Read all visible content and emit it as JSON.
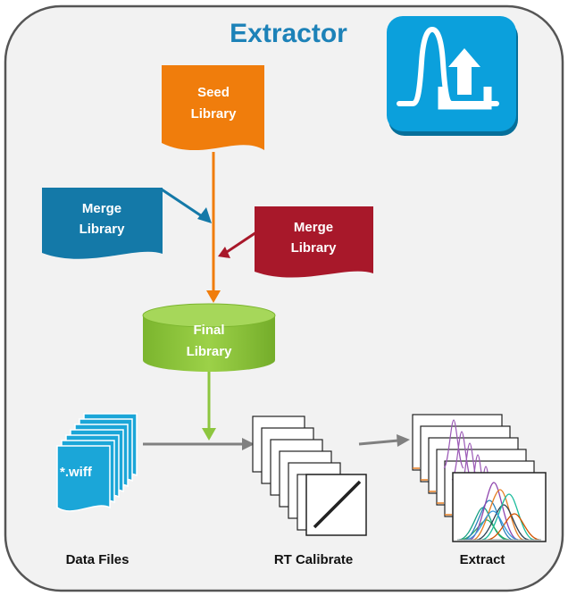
{
  "title": "Extractor",
  "icon": "extractor-upload-icon",
  "nodes": {
    "seed": {
      "line1": "Seed",
      "line2": "Library"
    },
    "merge_left": {
      "line1": "Merge",
      "line2": "Library"
    },
    "merge_right": {
      "line1": "Merge",
      "line2": "Library"
    },
    "final": {
      "line1": "Final",
      "line2": "Library"
    },
    "wiff": {
      "label": "*.wiff"
    }
  },
  "captions": {
    "data_files": "Data Files",
    "rt_calibrate": "RT Calibrate",
    "extract": "Extract"
  },
  "colors": {
    "seed": "#f07d0c",
    "merge_left": "#1479a8",
    "merge_right": "#a8182a",
    "final": "#8dc63f",
    "data_files": "#1ba6d8",
    "title": "#1d82b8",
    "icon_bg": "#0ba0dc",
    "panel_bg": "#f2f2f2"
  }
}
